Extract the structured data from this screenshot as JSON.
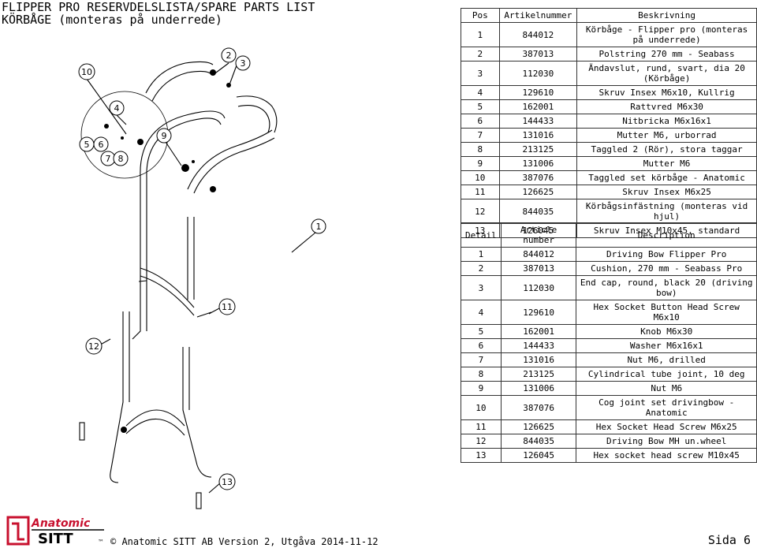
{
  "header": {
    "title_line1": "FLIPPER PRO RESERVDELSLISTA/SPARE PARTS LIST",
    "title_line2": "KÖRBÅGE (monteras på underrede)"
  },
  "callouts": [
    "1",
    "2",
    "3",
    "4",
    "5",
    "6",
    "7",
    "8",
    "9",
    "10",
    "11",
    "12",
    "13"
  ],
  "table_sv": {
    "headers": [
      "Pos",
      "Artikelnummer",
      "Beskrivning"
    ],
    "rows": [
      [
        "1",
        "844012",
        "Körbåge - Flipper pro (monteras på underrede)"
      ],
      [
        "2",
        "387013",
        "Polstring 270 mm - Seabass"
      ],
      [
        "3",
        "112030",
        "Ändavslut, rund, svart, dia 20 (Körbåge)"
      ],
      [
        "4",
        "129610",
        "Skruv Insex M6x10, Kullrig"
      ],
      [
        "5",
        "162001",
        "Rattvred M6x30"
      ],
      [
        "6",
        "144433",
        "Nitbricka M6x16x1"
      ],
      [
        "7",
        "131016",
        "Mutter M6, urborrad"
      ],
      [
        "8",
        "213125",
        "Taggled 2 (Rör), stora taggar"
      ],
      [
        "9",
        "131006",
        "Mutter M6"
      ],
      [
        "10",
        "387076",
        "Taggled set körbåge - Anatomic"
      ],
      [
        "11",
        "126625",
        "Skruv Insex M6x25"
      ],
      [
        "12",
        "844035",
        "Körbågsinfästning (monteras vid hjul)"
      ],
      [
        "13",
        "126045",
        "Skruv Insex M10x45, standard"
      ]
    ]
  },
  "table_en": {
    "headers": [
      "Detail",
      "Article number",
      "Description"
    ],
    "rows": [
      [
        "1",
        "844012",
        "Driving Bow Flipper Pro"
      ],
      [
        "2",
        "387013",
        "Cushion, 270 mm - Seabass Pro"
      ],
      [
        "3",
        "112030",
        "End cap, round, black 20 (driving bow)"
      ],
      [
        "4",
        "129610",
        "Hex Socket Button Head Screw M6x10"
      ],
      [
        "5",
        "162001",
        "Knob M6x30"
      ],
      [
        "6",
        "144433",
        "Washer M6x16x1"
      ],
      [
        "7",
        "131016",
        "Nut M6, drilled"
      ],
      [
        "8",
        "213125",
        "Cylindrical tube joint, 10 deg"
      ],
      [
        "9",
        "131006",
        "Nut M6"
      ],
      [
        "10",
        "387076",
        "Cog joint set drivingbow - Anatomic"
      ],
      [
        "11",
        "126625",
        "Hex Socket Head Screw M6x25"
      ],
      [
        "12",
        "844035",
        "Driving Bow MH un.wheel"
      ],
      [
        "13",
        "126045",
        "Hex socket head screw M10x45"
      ]
    ]
  },
  "footer": {
    "logo_text_top": "Anatomic",
    "logo_text_bottom": "SITT",
    "tm": "™",
    "copyright": "© Anatomic SITT AB Version 2, Utgåva 2014-11-12",
    "page": "Sida 6"
  },
  "colors": {
    "logo_red": "#c8102e",
    "line": "#000000"
  }
}
